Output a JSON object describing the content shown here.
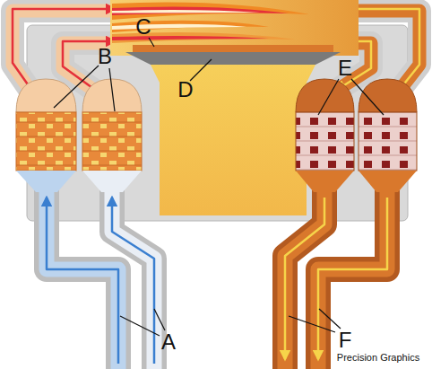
{
  "diagram": {
    "labels": [
      "B",
      "C",
      "D",
      "E",
      "A",
      "F",
      "Precision Graphics"
    ]
  }
}
